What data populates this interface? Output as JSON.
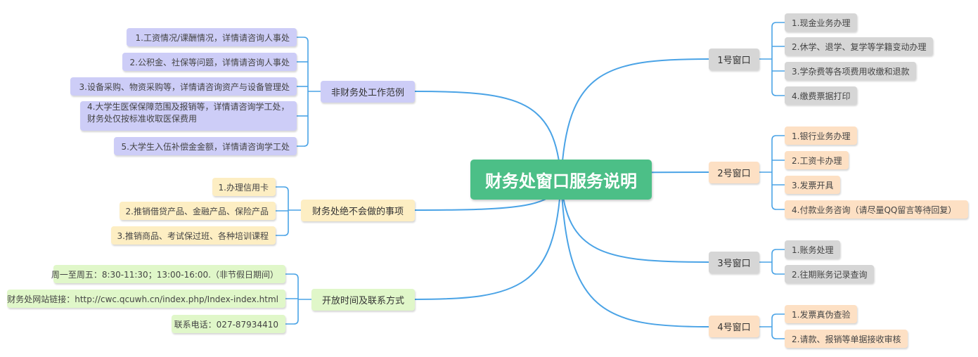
{
  "root": {
    "label": "财务处窗口服务说明"
  },
  "windows": [
    {
      "label": "1号窗口",
      "items": [
        "1.现金业务办理",
        "2.休学、退学、复学等学籍变动办理",
        "3.学杂费等各项费用收缴和退款",
        "4.缴费票据打印"
      ]
    },
    {
      "label": "2号窗口",
      "items": [
        "1.银行业务办理",
        "2.工资卡办理",
        "3.发票开具",
        "4.付款业务咨询（请尽量QQ留言等待回复）"
      ]
    },
    {
      "label": "3号窗口",
      "items": [
        "1.账务处理",
        "2.往期账务记录查询"
      ]
    },
    {
      "label": "4号窗口",
      "items": [
        "1.发票真伪查验",
        "2.请款、报销等单据接收审核"
      ]
    }
  ],
  "non_finance": {
    "label": "非财务处工作范例",
    "items": [
      "1.工资情况/课酬情况，详情请咨询人事处",
      "2.公积金、社保等问题，详情请咨询人事处",
      "3.设备采购、物资采购等，详情请咨询资产与设备管理处",
      "4.大学生医保保障范围及报销等，详情请咨询学工处，",
      "财务处仅按标准收取医保费用",
      "5.大学生入伍补偿金金额，详情请咨询学工处"
    ]
  },
  "never_do": {
    "label": "财务处绝不会做的事项",
    "items": [
      "1.办理信用卡",
      "2.推销借贷产品、金融产品、保险产品",
      "3.推销商品、考试保过班、各种培训课程"
    ]
  },
  "hours_contact": {
    "label": "开放时间及联系方式",
    "items": [
      "周一至周五：8:30-11:30；13:00-16:00.（非节假日期间）",
      "财务处网站链接：http://cwc.qcuwh.cn/index.php/Index-index.html",
      "联系电话：027-87934410"
    ]
  },
  "colors": {
    "root": "#4cbf87",
    "curve": "#4aa3e6",
    "gray": "#d6d6d6",
    "orange": "#fde0c4",
    "purple": "#cdcdf7",
    "yellow": "#fdeec3",
    "green": "#e0f7c9"
  }
}
